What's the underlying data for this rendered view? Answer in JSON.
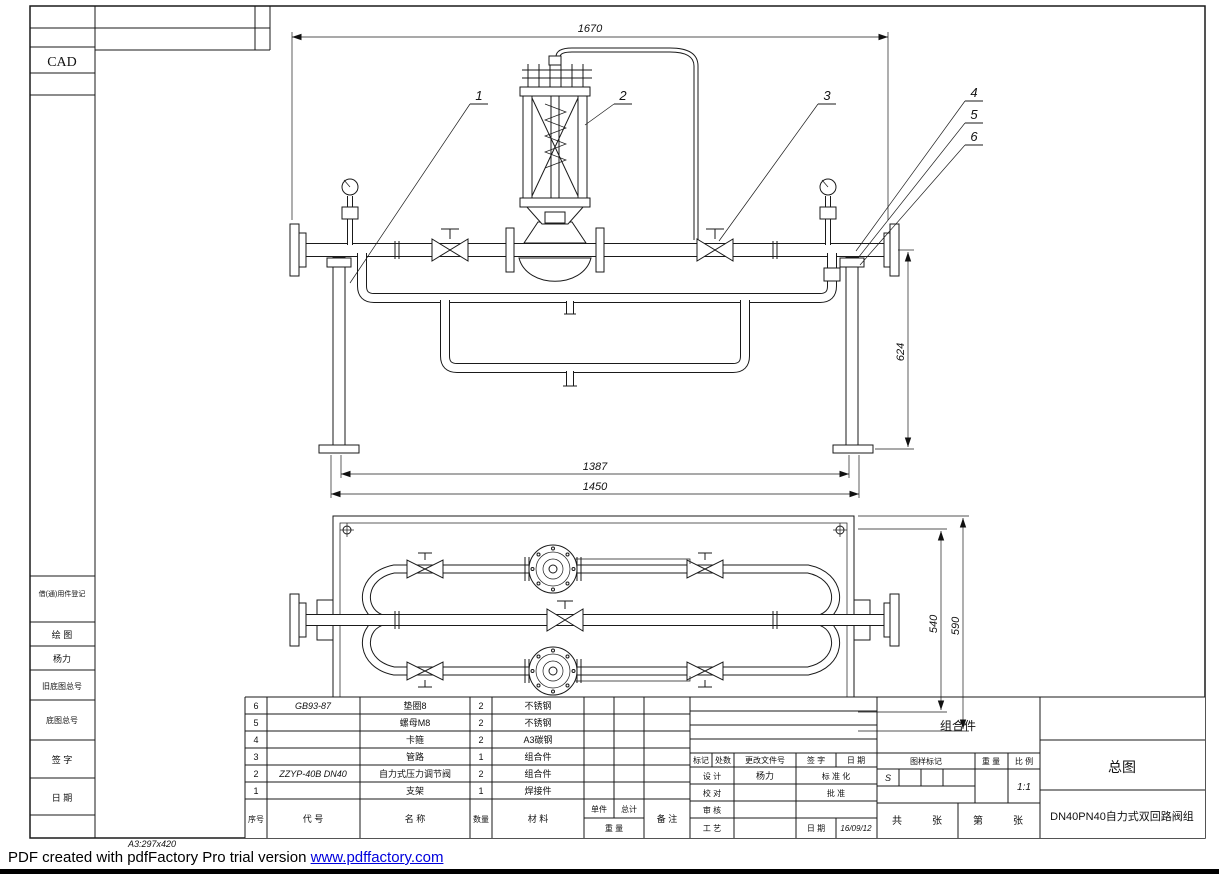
{
  "footer": {
    "prefix": "PDF created with pdfFactory Pro trial version ",
    "link_text": "www.pdffactory.com"
  },
  "sheet": {
    "corner_label": "CAD",
    "paper_size_note": "A3:297x420",
    "sidebar": {
      "usage_registry": "借(通)用件登记",
      "drawing_label": "绘 图",
      "drafter": "杨力",
      "old_base_drawing_no": "旧底图总号",
      "base_drawing_no": "底图总号",
      "signature": "签 字",
      "date": "日 期"
    }
  },
  "drawing": {
    "balloons": [
      "1",
      "2",
      "3",
      "4",
      "5",
      "6"
    ],
    "dims": {
      "overall_width": "1670",
      "height": "624",
      "support_span": "1387",
      "base_span": "1450",
      "plan_inner_height": "540",
      "plan_outer_height": "590"
    }
  },
  "bom": {
    "headers": {
      "seq": "序号",
      "code": "代  号",
      "name": "名  称",
      "qty": "数量",
      "material": "材  料",
      "unit": "单件",
      "total": "总计",
      "weight": "重  量",
      "remark": "备 注"
    },
    "rows": [
      {
        "seq": "6",
        "code": "GB93-87",
        "name": "垫圈8",
        "qty": "2",
        "material": "不锈钢"
      },
      {
        "seq": "5",
        "code": "",
        "name": "螺母M8",
        "qty": "2",
        "material": "不锈钢"
      },
      {
        "seq": "4",
        "code": "",
        "name": "卡箍",
        "qty": "2",
        "material": "A3碳钢"
      },
      {
        "seq": "3",
        "code": "",
        "name": "管路",
        "qty": "1",
        "material": "组合件"
      },
      {
        "seq": "2",
        "code": "ZZYP-40B DN40",
        "name": "自力式压力调节阀",
        "qty": "2",
        "material": "组合件"
      },
      {
        "seq": "1",
        "code": "",
        "name": "支架",
        "qty": "1",
        "material": "焊接件"
      }
    ]
  },
  "title_block": {
    "rev_mark": "标记",
    "rev_count": "处数",
    "rev_doc": "更改文件号",
    "rev_sign": "签 字",
    "rev_date": "日 期",
    "design": "设 计",
    "designer": "杨力",
    "standardization": "标 准 化",
    "check": "校 对",
    "approve": "批 准",
    "review": "审 核",
    "process": "工 艺",
    "date_label": "日 期",
    "date_value": "16/09/12",
    "assembly": "组合件",
    "mark_label": "图样标记",
    "weight_label": "重 量",
    "scale_label": "比 例",
    "stage": "S",
    "scale_value": "1:1",
    "total_label": "共",
    "total_unit": "张",
    "no_label": "第",
    "no_unit": "张",
    "doc_type": "总图",
    "product_title": "DN40PN40自力式双回路阀组"
  }
}
